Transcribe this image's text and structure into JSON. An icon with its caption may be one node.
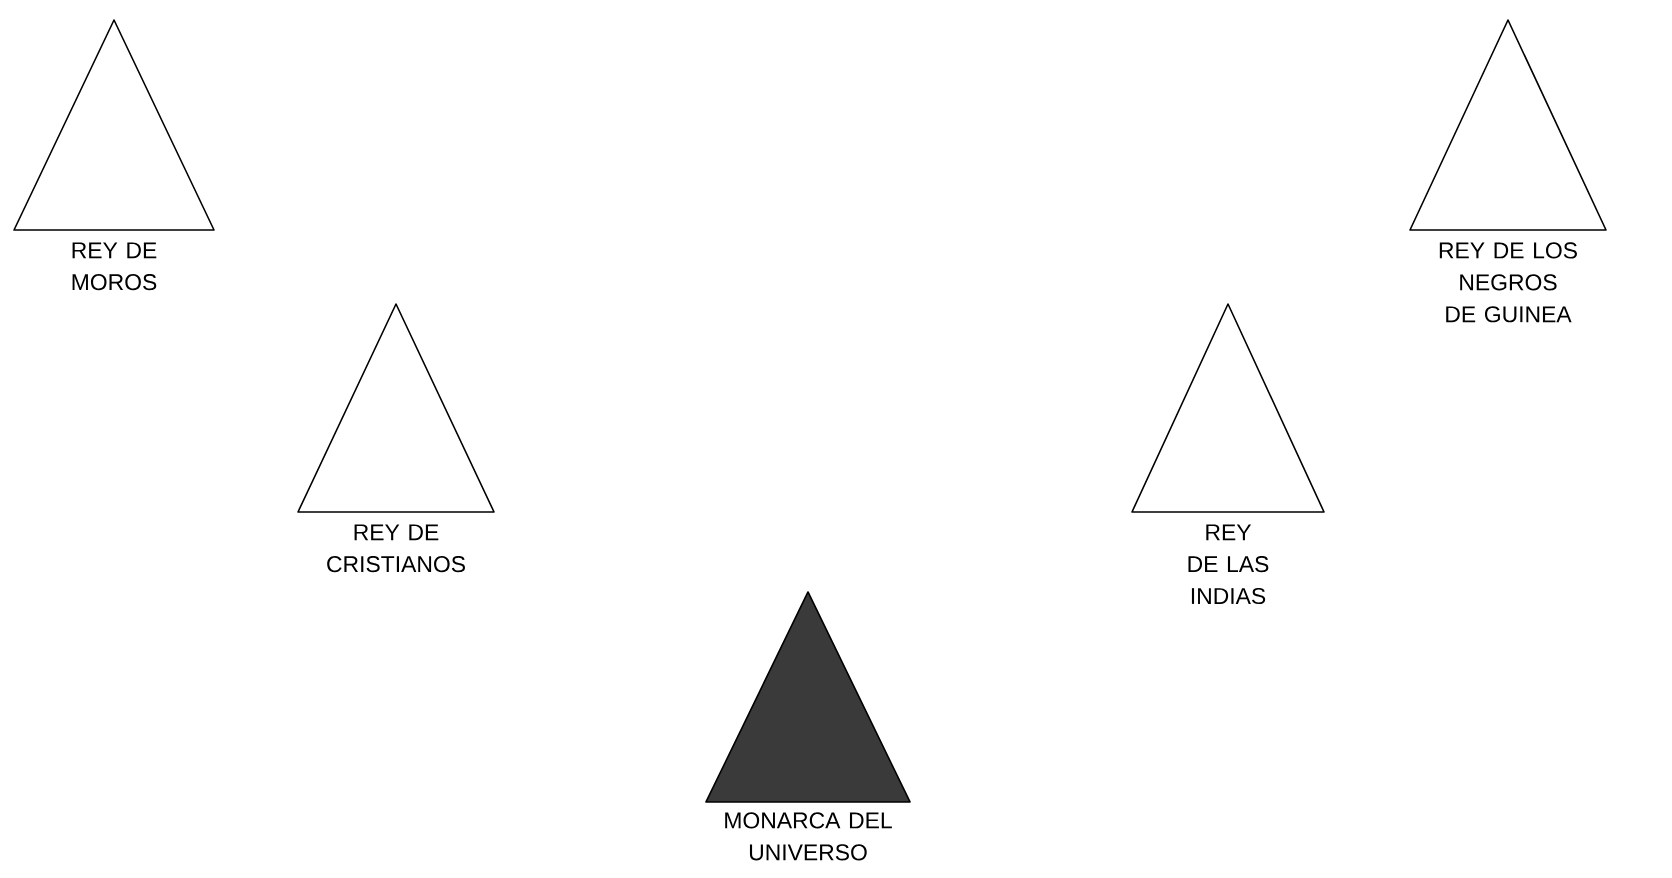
{
  "diagram": {
    "nodes": [
      {
        "text": [
          "REY DE MOROS"
        ]
      },
      {
        "text": [
          "REY DE LOS NEGROS DE GUINEA"
        ]
      },
      {
        "text": [
          "REY DE CRISTIANOS"
        ]
      },
      {
        "text": [
          "REY DE LAS INDIAS"
        ]
      },
      {
        "text": [
          "MONARCA DEL UNIVERSO"
        ]
      }
    ]
  }
}
